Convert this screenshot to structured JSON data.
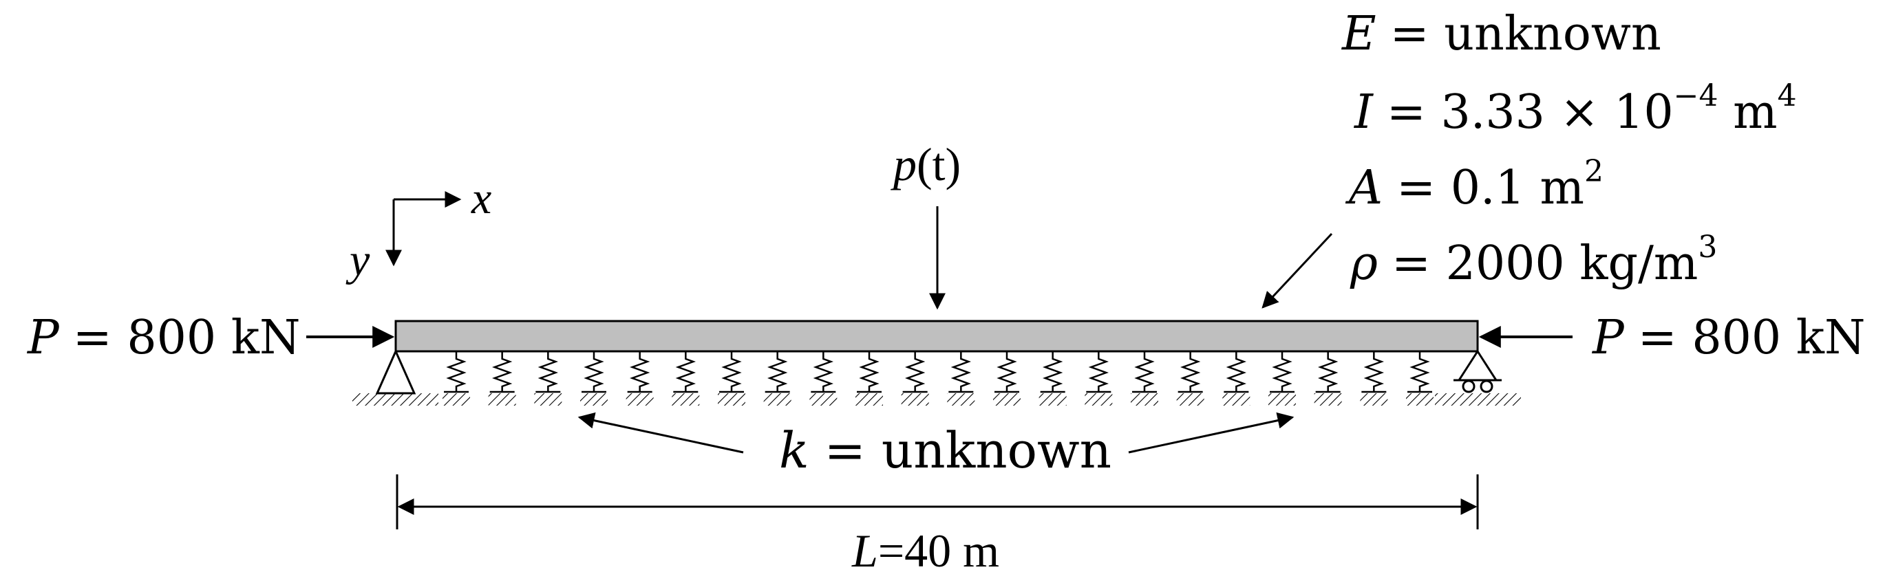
{
  "properties": {
    "E": {
      "symbol": "E",
      "value": "= unknown"
    },
    "I": {
      "symbol": "I",
      "value": "= 3.33 × 10",
      "exp": "−4",
      "unit": " m",
      "unit_exp": "4"
    },
    "A": {
      "symbol": "A",
      "value": "= 0.1 m",
      "unit_exp": "2"
    },
    "rho": {
      "symbol": "ρ",
      "value": "= 2000  kg/m",
      "unit_exp": "3"
    }
  },
  "load": {
    "symbol": "p",
    "arg": "(t)"
  },
  "axes": {
    "x": "x",
    "y": "y"
  },
  "axial_left": {
    "symbol": "P",
    "value": "= 800 kN"
  },
  "axial_right": {
    "symbol": "P",
    "value": "= 800 kN"
  },
  "spring": {
    "symbol": "k",
    "value": "= unknown",
    "count": 22
  },
  "length": {
    "symbol": "L",
    "value": "=40 m"
  },
  "colors": {
    "beam_fill": "#bfbfbf",
    "stroke": "#000000"
  }
}
